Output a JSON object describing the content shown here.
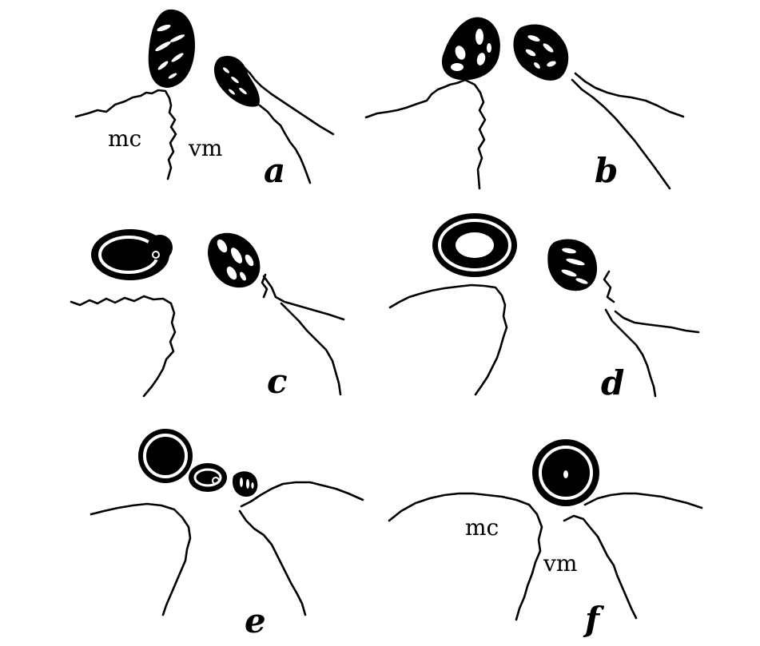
{
  "panels": [
    {
      "id": "a",
      "letter": "a",
      "labels": [
        "mc",
        "vm"
      ]
    },
    {
      "id": "b",
      "letter": "b",
      "labels": []
    },
    {
      "id": "c",
      "letter": "c",
      "labels": []
    },
    {
      "id": "d",
      "letter": "d",
      "labels": []
    },
    {
      "id": "e",
      "letter": "e",
      "labels": []
    },
    {
      "id": "f",
      "letter": "f",
      "labels": [
        "mc",
        "vm"
      ]
    }
  ],
  "colors": {
    "ink": "#000000",
    "background": "#ffffff"
  }
}
